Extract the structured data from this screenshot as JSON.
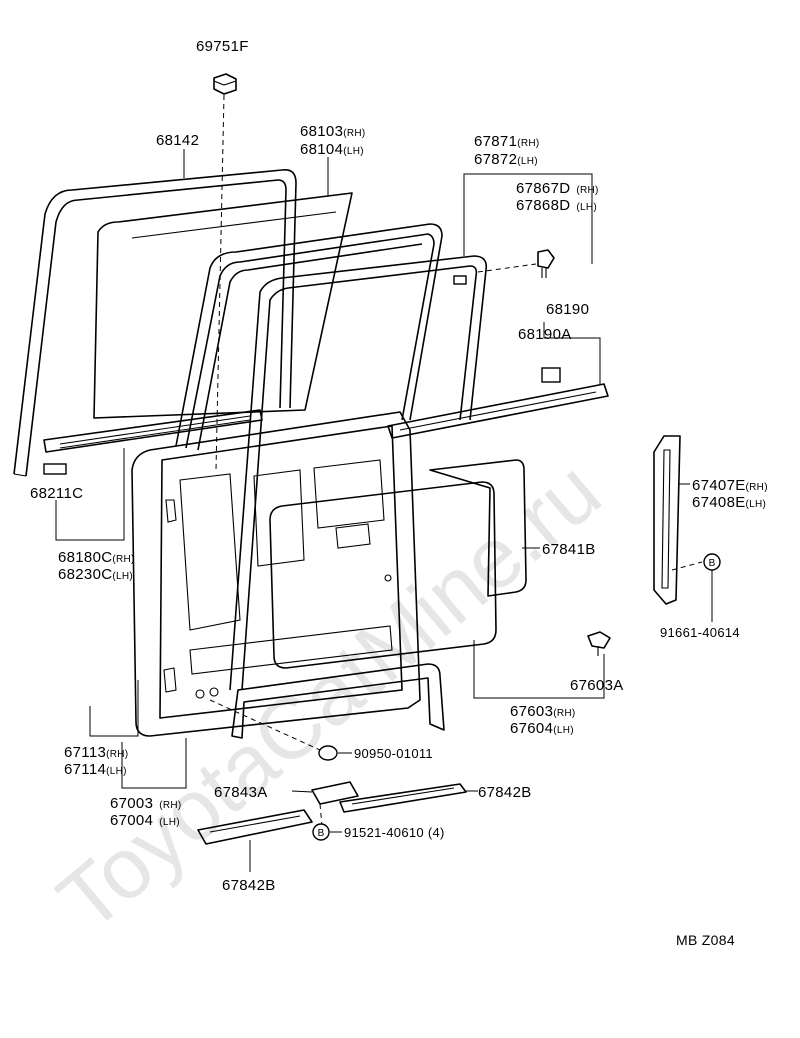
{
  "watermark": "ToyotaCatMine.ru",
  "diagram_code": "MB  Z084",
  "parts": {
    "p69751F": "69751F",
    "p68142": "68142",
    "p68103": "68103",
    "p68104": "68104",
    "p67871": "67871",
    "p67872": "67872",
    "p67867D": "67867D",
    "p67868D": "67868D",
    "p68190": "68190",
    "p68190A": "68190A",
    "p68211C": "68211C",
    "p68180C": "68180C",
    "p68230C": "68230C",
    "p67841B": "67841B",
    "p67407E": "67407E",
    "p67408E": "67408E",
    "p91661": "91661-40614",
    "p67603A": "67603A",
    "p67603": "67603",
    "p67604": "67604",
    "p90950": "90950-01011",
    "p67113": "67113",
    "p67114": "67114",
    "p67003": "67003",
    "p67004": "67004",
    "p67843A": "67843A",
    "p67842B_right": "67842B",
    "p91521": "91521-40610 (4)",
    "p67842B_bottom": "67842B"
  },
  "side": {
    "rh": "(RH)",
    "lh": "(LH)",
    "rh_small": "(RH)",
    "lh_small": "(LH)"
  },
  "marker_b": "B"
}
